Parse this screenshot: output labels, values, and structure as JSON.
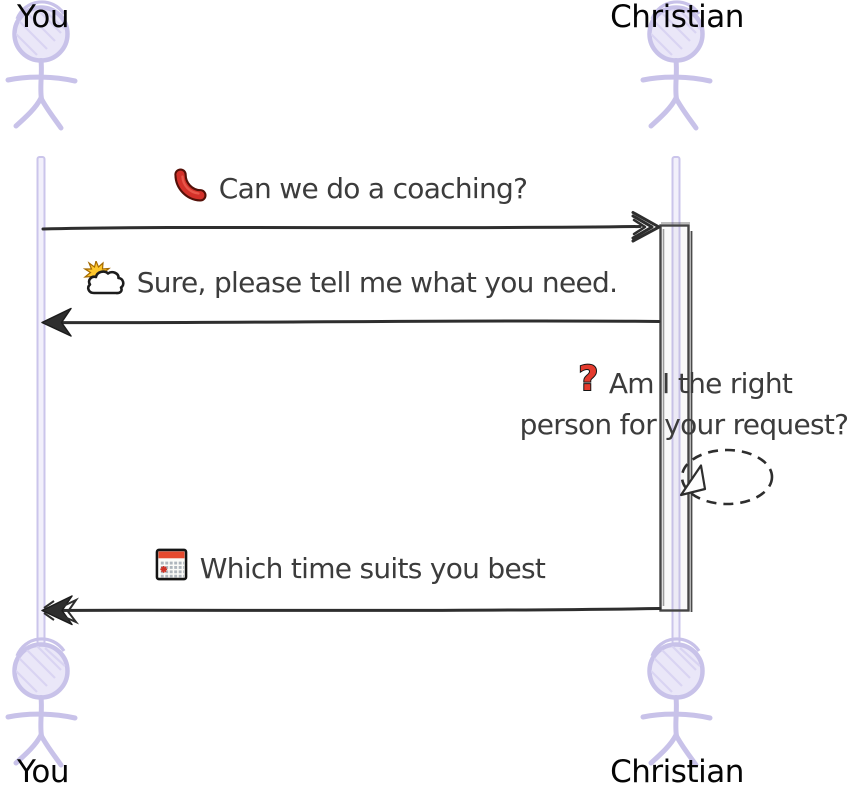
{
  "diagram": {
    "type": "sequence-diagram",
    "style": "handwritten",
    "actors": [
      {
        "id": "you",
        "label": "You"
      },
      {
        "id": "christian",
        "label": "Christian"
      }
    ],
    "messages": [
      {
        "from": "you",
        "to": "christian",
        "icon": "phone-icon",
        "text": "Can we do a coaching?"
      },
      {
        "from": "christian",
        "to": "you",
        "icon": "sun-behind-cloud-icon",
        "text": "Sure, please tell me what you need."
      },
      {
        "from": "christian",
        "to": "christian",
        "icon": "question-mark-icon",
        "text": "Am I the right person for your request?",
        "lines": [
          "Am I the right",
          "person for your request?"
        ],
        "shape": "dashed-self-loop"
      },
      {
        "from": "christian",
        "to": "you",
        "icon": "calendar-icon",
        "text": "Which time suits you best"
      }
    ],
    "colors": {
      "background": "#FFFFFF",
      "lifeline_stroke": "#CBC5EB",
      "lifeline_fill": "#F2F0FB",
      "actor_stroke": "#C8C2E9",
      "actor_fill": "#EAE7F8",
      "arrow": "#2E2E2E",
      "message_text": "#3C3C3C",
      "actor_label_text": "#050505",
      "icon_red": "#D3312A",
      "icon_yellow": "#FFC82E"
    }
  }
}
